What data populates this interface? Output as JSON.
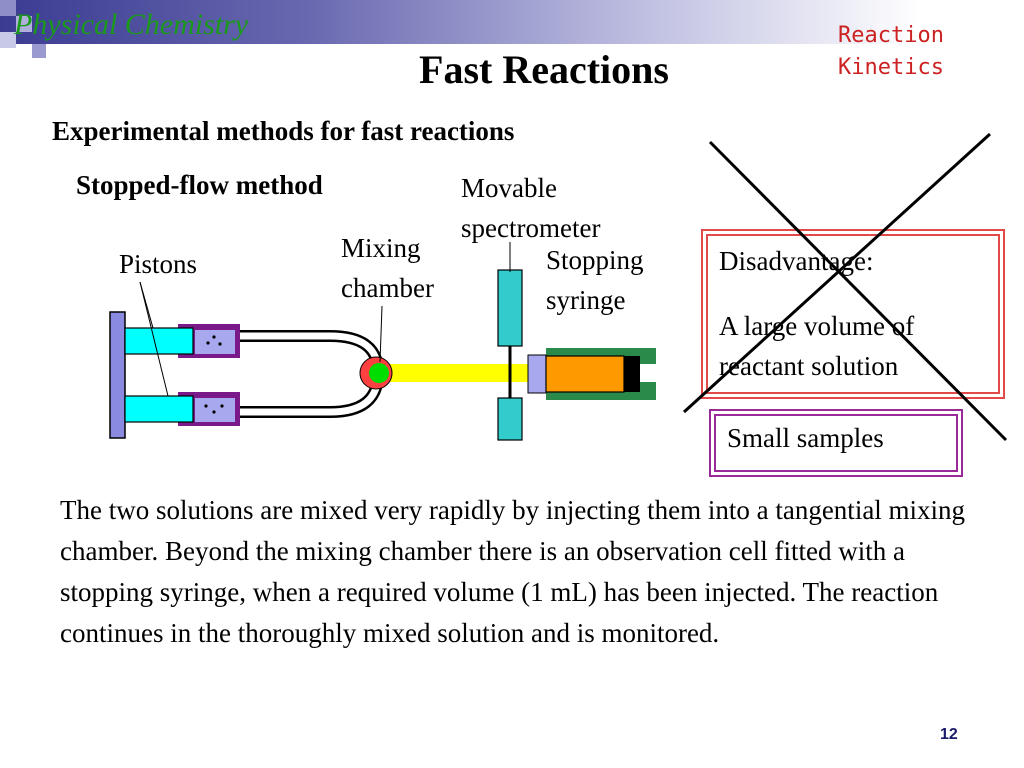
{
  "header": {
    "brand": "Physical Chemistry",
    "topic": "Reaction\nKinetics"
  },
  "title": "Fast Reactions",
  "section_heading": "Experimental methods for fast reactions",
  "method_name": "Stopped-flow method",
  "diagram": {
    "labels": {
      "spectrometer": "Movable\nspectrometer",
      "mixing_chamber": "Mixing\nchamber",
      "stopping_syringe": "Stopping\nsyringe",
      "pistons": "Pistons"
    },
    "colors": {
      "piston_plate": "#8a8ae0",
      "syringe_barrel": "#00ffff",
      "syringe_body": "#7a1a8a",
      "reagent_fill": "#a8a8ee",
      "mixing_chamber": "#ff4040",
      "mixing_core": "#00dd00",
      "observation_cell": "#ffff00",
      "spectrometer": "#33cccc",
      "stopping_housing": "#2a8a4a",
      "stopping_fill": "#ff9900"
    }
  },
  "disadvantage": {
    "title": "Disadvantage:",
    "text": "A large volume of reactant solution",
    "crossed_out": true
  },
  "advantage": "Small samples",
  "description": "The two solutions are mixed very rapidly by injecting them into a tangential mixing chamber. Beyond the mixing chamber there is an observation cell fitted with a stopping syringe, when a required volume (1 mL) has been injected. The reaction continues in the thoroughly mixed solution and is monitored.",
  "slide_number": "12"
}
